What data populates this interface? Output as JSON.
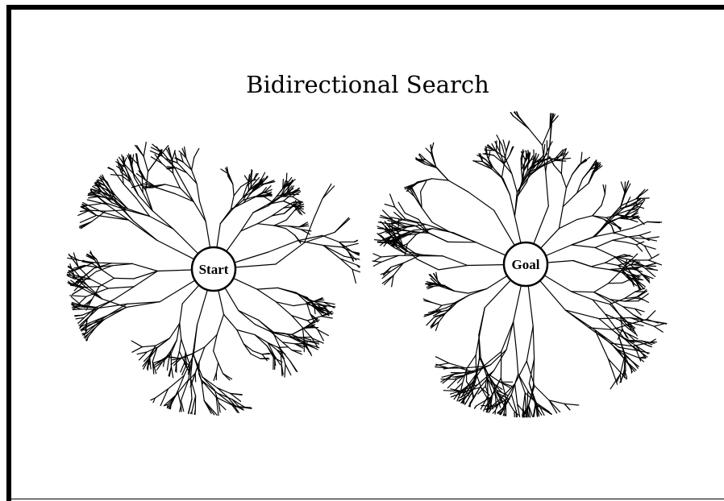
{
  "title": "Bidirectional Search",
  "start_node": {
    "label": "Start"
  },
  "goal_node": {
    "label": "Goal"
  },
  "colors": {
    "ink": "#000000",
    "background": "#ffffff"
  }
}
